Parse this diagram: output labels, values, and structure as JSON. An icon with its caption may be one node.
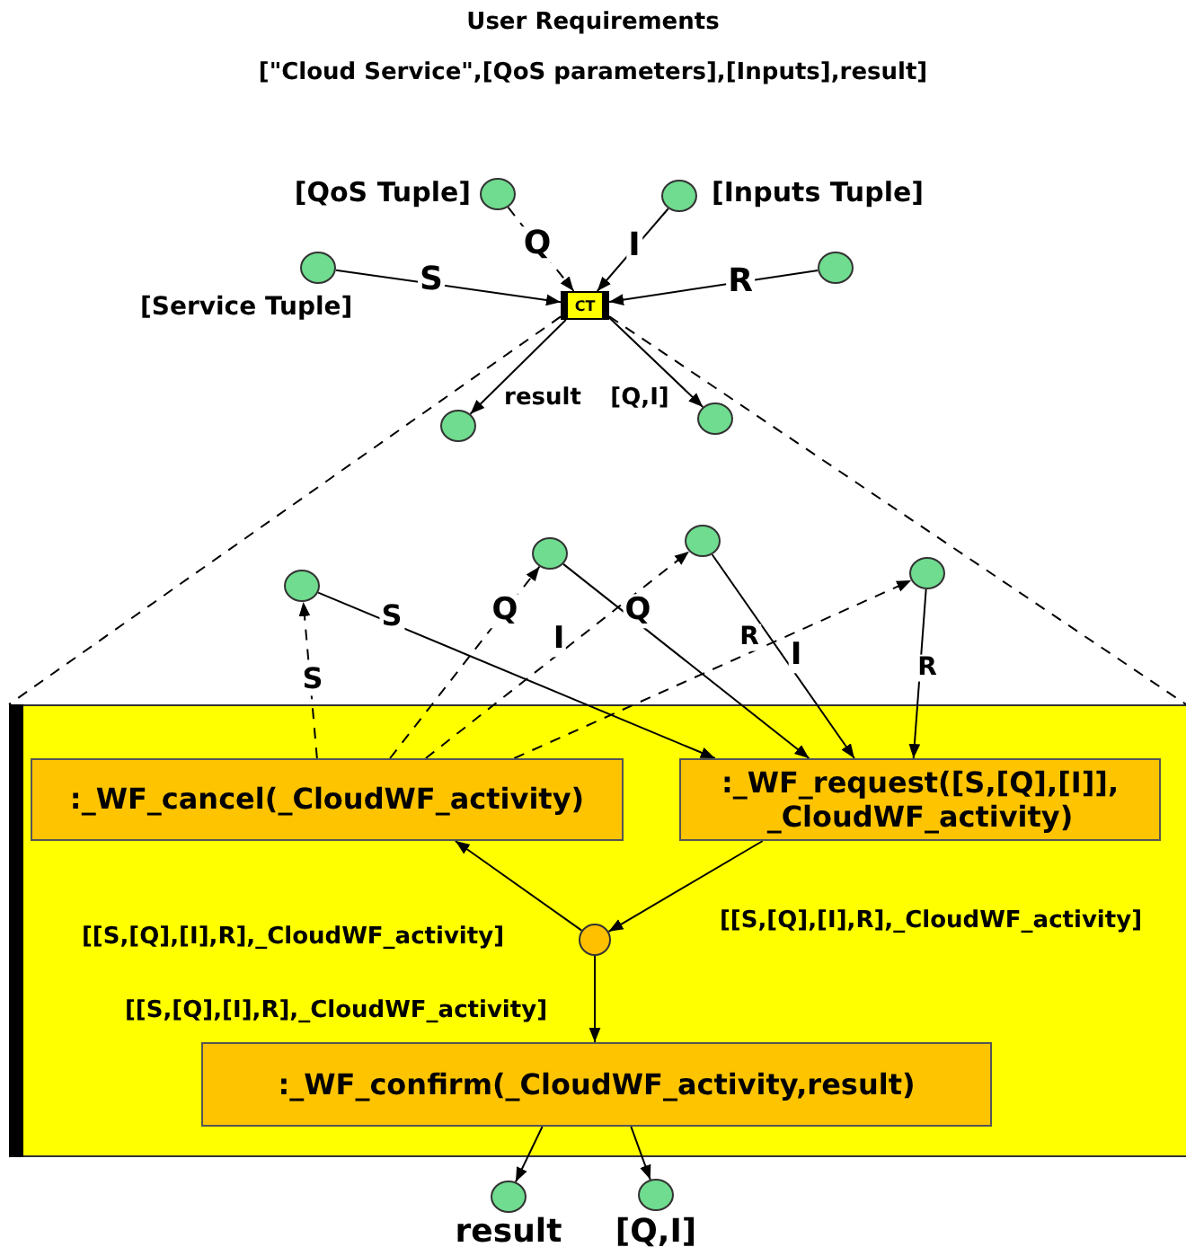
{
  "diagram": {
    "title": "User Requirements",
    "nodes": [
      {
        "text": [],
        "shape": "circle",
        "beside": [
          "[QoS Tuple]"
        ]
      },
      {
        "text": [],
        "shape": "circle",
        "beside": [
          "[Inputs Tuple]"
        ]
      },
      {
        "text": [],
        "shape": "circle",
        "beside": [
          "[Service Tuple]"
        ]
      },
      {
        "text": [],
        "shape": "circle"
      },
      {
        "text": [
          "CT"
        ]
      },
      {
        "text": [],
        "shape": "circle"
      },
      {
        "text": [],
        "shape": "circle"
      },
      {
        "text": [],
        "shape": "box"
      },
      {
        "text": [],
        "shape": "circle"
      },
      {
        "text": [],
        "shape": "circle"
      },
      {
        "text": [],
        "shape": "circle"
      },
      {
        "text": [],
        "shape": "circle"
      },
      {
        "text": [
          ":_WF_cancel(_CloudWF_activity)"
        ],
        "in": 7
      },
      {
        "text": [
          ":_WF_request([S,[Q],[I]], _CloudWF_activity)"
        ],
        "in": 7
      },
      {
        "text": [],
        "shape": "circle",
        "in": 7
      },
      {
        "text": [
          ":_WF_confirm(_CloudWF_activity,result)"
        ],
        "in": 7
      },
      {
        "text": [],
        "shape": "circle",
        "beside": [
          "result"
        ]
      },
      {
        "text": [],
        "shape": "circle",
        "beside": [
          "[Q,I]"
        ]
      }
    ],
    "edges": [
      {
        "from": 0,
        "to": 4,
        "arrow": "to",
        "label": "Q",
        "style": "dashed"
      },
      {
        "from": 1,
        "to": 4,
        "arrow": "to",
        "label": "I"
      },
      {
        "from": 2,
        "to": 4,
        "arrow": "to",
        "label": "S"
      },
      {
        "from": 3,
        "to": 4,
        "arrow": "to",
        "label": "R"
      },
      {
        "from": 4,
        "to": 5,
        "arrow": "to",
        "label": "result"
      },
      {
        "from": 4,
        "to": 6,
        "arrow": "to",
        "label": "[Q,I]"
      },
      {
        "from": 4,
        "to": 7,
        "arrow": "none",
        "style": "dashed"
      },
      {
        "from": 4,
        "to": 7,
        "arrow": "none",
        "style": "dashed"
      },
      {
        "from": 12,
        "to": 8,
        "arrow": "to",
        "label": "S",
        "style": "dashed"
      },
      {
        "from": 12,
        "to": 9,
        "arrow": "to",
        "label": "Q",
        "style": "dashed"
      },
      {
        "from": 12,
        "to": 10,
        "arrow": "to",
        "label": "I",
        "style": "dashed"
      },
      {
        "from": 12,
        "to": 11,
        "arrow": "to",
        "label": "R",
        "style": "dashed"
      },
      {
        "from": 8,
        "to": 13,
        "arrow": "to",
        "label": "S"
      },
      {
        "from": 9,
        "to": 13,
        "arrow": "to",
        "label": "Q"
      },
      {
        "from": 10,
        "to": 13,
        "arrow": "to",
        "label": "I"
      },
      {
        "from": 11,
        "to": 13,
        "arrow": "to",
        "label": "R"
      },
      {
        "from": 13,
        "to": 14,
        "arrow": "to",
        "label": "[[S,[Q],[I],R],_CloudWF_activity]"
      },
      {
        "from": 14,
        "to": 12,
        "arrow": "to",
        "label": "[[S,[Q],[I],R],_CloudWF_activity]"
      },
      {
        "from": 14,
        "to": 15,
        "arrow": "to",
        "label": "[[S,[Q],[I],R],_CloudWF_activity]"
      },
      {
        "from": 15,
        "to": 16,
        "arrow": "to"
      },
      {
        "from": 15,
        "to": 17,
        "arrow": "to"
      }
    ],
    "labels": [
      "[\"Cloud Service\",[QoS parameters],[Inputs],result]"
    ]
  }
}
